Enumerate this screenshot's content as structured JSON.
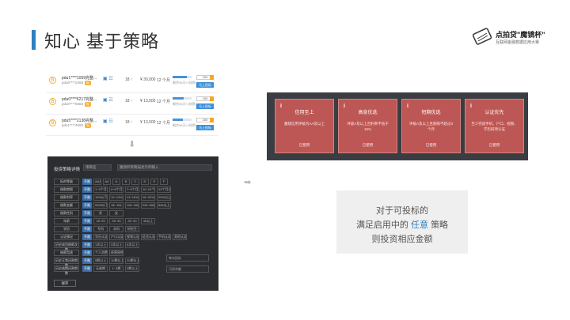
{
  "header": {
    "title": "知心 基于策略"
  },
  "logo": {
    "name": "点拍贷\"魔镜杯\"",
    "subtitle": "互联网金融数据应用大赛"
  },
  "loan_list": [
    {
      "badge": "B",
      "name": "pdu1****1059完整...",
      "sub": "pdu0****2468",
      "tag": "标",
      "term": "18 ↑",
      "amount": "¥ 30,000",
      "rate": "12 个月",
      "progress": 0.75,
      "progress_text": "剩余96天+1抢购",
      "qty": "100",
      "bid": "马上投标"
    },
    {
      "badge": "B",
      "name": "pdu0****6217完整...",
      "sub": "pdu0****6683",
      "tag": "标",
      "term": "18 ↑",
      "amount": "¥ 13,500",
      "rate": "12 个月",
      "progress": 0.6,
      "progress_text": "剩余96天+1抢购",
      "qty": "100",
      "bid": "马上投标"
    },
    {
      "badge": "B",
      "name": "pdu5****2138完整...",
      "sub": "pdu1****4550",
      "tag": "标",
      "term": "18 ↑",
      "amount": "¥ 13,500",
      "rate": "12 个月",
      "progress": 0.55,
      "progress_text": "剩余96天+1抢购",
      "qty": "100",
      "bid": "马上投标"
    }
  ],
  "panel": {
    "title": "投资策略详情",
    "name_value": "策略名",
    "desc_value": "魔镜杯策略描述示例输入",
    "rows": [
      {
        "label": "标的等级",
        "options": [
          "不限",
          "AAA",
          "AA",
          "A",
          "B",
          "C",
          "D",
          "E",
          "F"
        ]
      },
      {
        "label": "借款期限",
        "options": [
          "不限",
          "1~3个月",
          "4~6个月",
          "7~9个月",
          "10~12个月",
          "12个月以上"
        ]
      },
      {
        "label": "借款利率",
        "options": [
          "不限",
          "10%以下",
          "10~13%",
          "13~16%",
          "16~20%",
          "20%以上"
        ]
      },
      {
        "label": "借款金额",
        "options": [
          "不限",
          "5000以下",
          "5k~10k",
          "10k~20k",
          "20k~50k",
          "50k以上"
        ]
      },
      {
        "label": "借款性别",
        "options": [
          "不限",
          "男",
          "女"
        ]
      },
      {
        "label": "年龄",
        "options": [
          "不限",
          "18~25",
          "25~30",
          "30~40",
          "40以上"
        ]
      },
      {
        "label": "学历",
        "options": [
          "不限",
          "专科",
          "本科",
          "研究生"
        ]
      },
      {
        "label": "认证情况",
        "options": [
          "不限",
          "学历认证",
          "户口认证",
          "视频认证",
          "征信认证",
          "手机认证",
          "其他认证"
        ]
      },
      {
        "label": "历史成功借款次数",
        "options": [
          "不限",
          "1次以上",
          "3次以上",
          "5次以上"
        ]
      },
      {
        "label": "借款用途",
        "options": [
          "不限",
          "个人消费",
          "经营周转"
        ]
      },
      {
        "label": "历史正常还款期数",
        "options": [
          "不限",
          "5期以上",
          "10期以上",
          "20期以上"
        ]
      },
      {
        "label": "历史逾期还款期数",
        "options": [
          "不限",
          "无逾期",
          "1~3期",
          "3期以上"
        ]
      }
    ],
    "side_inputs": [
      "单次投标",
      "可用余额"
    ],
    "save": "保存"
  },
  "strategy_cards": [
    {
      "icon": "i",
      "title": "信用至上",
      "desc": "魔镜信用评级为AA及以上",
      "status": "已使用"
    },
    {
      "icon": "i",
      "title": "高息优选",
      "desc": "评级A及以上且利率不低于16%",
      "status": "已使用"
    },
    {
      "icon": "i",
      "title": "短期优选",
      "desc": "评级A及以上且期限不超过3个月",
      "status": "已使用"
    },
    {
      "icon": "i",
      "title": "认证优先",
      "desc": "至少完成手机、户口、视频、学历四项认证",
      "status": "已使用"
    }
  ],
  "note": {
    "line1": "对于可投标的",
    "line2_pre": "满足启用中的",
    "line2_hl": "任意",
    "line2_post": "策略",
    "line3": "则投资相应金额"
  },
  "colors": {
    "accent": "#2f80c0",
    "card": "#bd5755",
    "panel": "#2b2d31"
  }
}
